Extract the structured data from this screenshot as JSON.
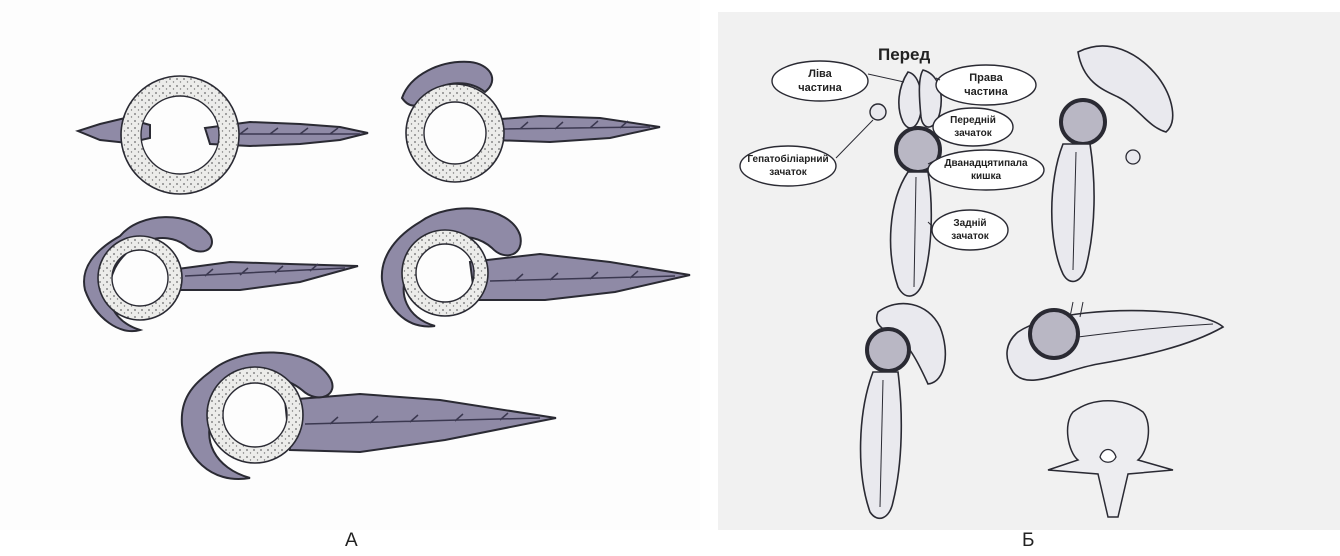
{
  "panel_a": {
    "caption": "А"
  },
  "panel_b": {
    "caption": "Б",
    "title": "Перед",
    "labels": {
      "left_part": [
        "Ліва",
        "частина"
      ],
      "right_part": [
        "Права",
        "частина"
      ],
      "anterior_bud": [
        "Передній",
        "зачаток"
      ],
      "hepatobiliary_bud": [
        "Гепатобіліарний",
        "зачаток"
      ],
      "duodenum": [
        "Дванадцятипала",
        "кишка"
      ],
      "posterior_bud": [
        "Задній",
        "зачаток"
      ]
    }
  },
  "colors": {
    "tissue": "#8f8aa6",
    "tissue_dark": "#5d5876",
    "outline": "#2a2a33",
    "gut_ring": "#ececea",
    "lobe_fill": "#e9e9ee"
  }
}
